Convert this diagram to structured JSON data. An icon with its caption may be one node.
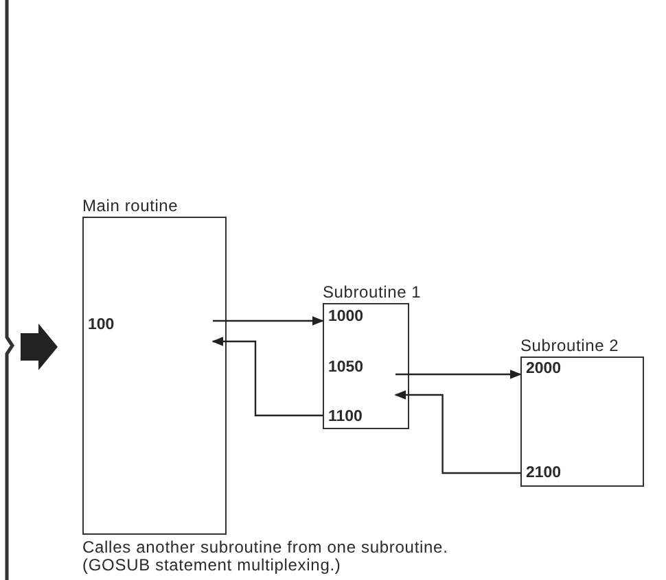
{
  "diagram": {
    "caption": "Calles another subroutine from one subroutine. (GOSUB statement multiplexing.)",
    "nodes": [
      {
        "text": [
          "Main routine",
          "100"
        ]
      },
      {
        "text": [
          "Subroutine 1",
          "1000",
          "1050",
          "1100"
        ]
      },
      {
        "text": [
          "Subroutine 2",
          "2000",
          "2100"
        ]
      }
    ],
    "edges": [
      {
        "from": 0,
        "to": 1,
        "arrow": "to"
      },
      {
        "from": 1,
        "to": 0,
        "arrow": "to"
      },
      {
        "from": 1,
        "to": 2,
        "arrow": "to"
      },
      {
        "from": 2,
        "to": 1,
        "arrow": "to"
      }
    ]
  }
}
